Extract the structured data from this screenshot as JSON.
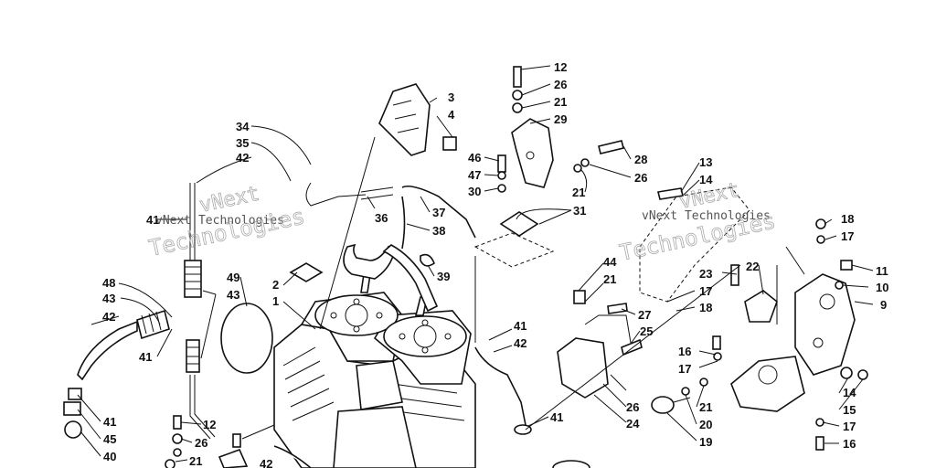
{
  "watermark": {
    "line1": "vNext",
    "line2": "vNext Technologies",
    "line3": "Technologies"
  },
  "callouts": [
    "1",
    "2",
    "3",
    "4",
    "9",
    "10",
    "11",
    "12",
    "13",
    "14",
    "15",
    "16",
    "17",
    "18",
    "19",
    "20",
    "21",
    "22",
    "23",
    "24",
    "25",
    "26",
    "27",
    "28",
    "29",
    "30",
    "31",
    "34",
    "35",
    "36",
    "37",
    "38",
    "39",
    "40",
    "41",
    "42",
    "43",
    "44",
    "45",
    "46",
    "47",
    "48",
    "49"
  ]
}
